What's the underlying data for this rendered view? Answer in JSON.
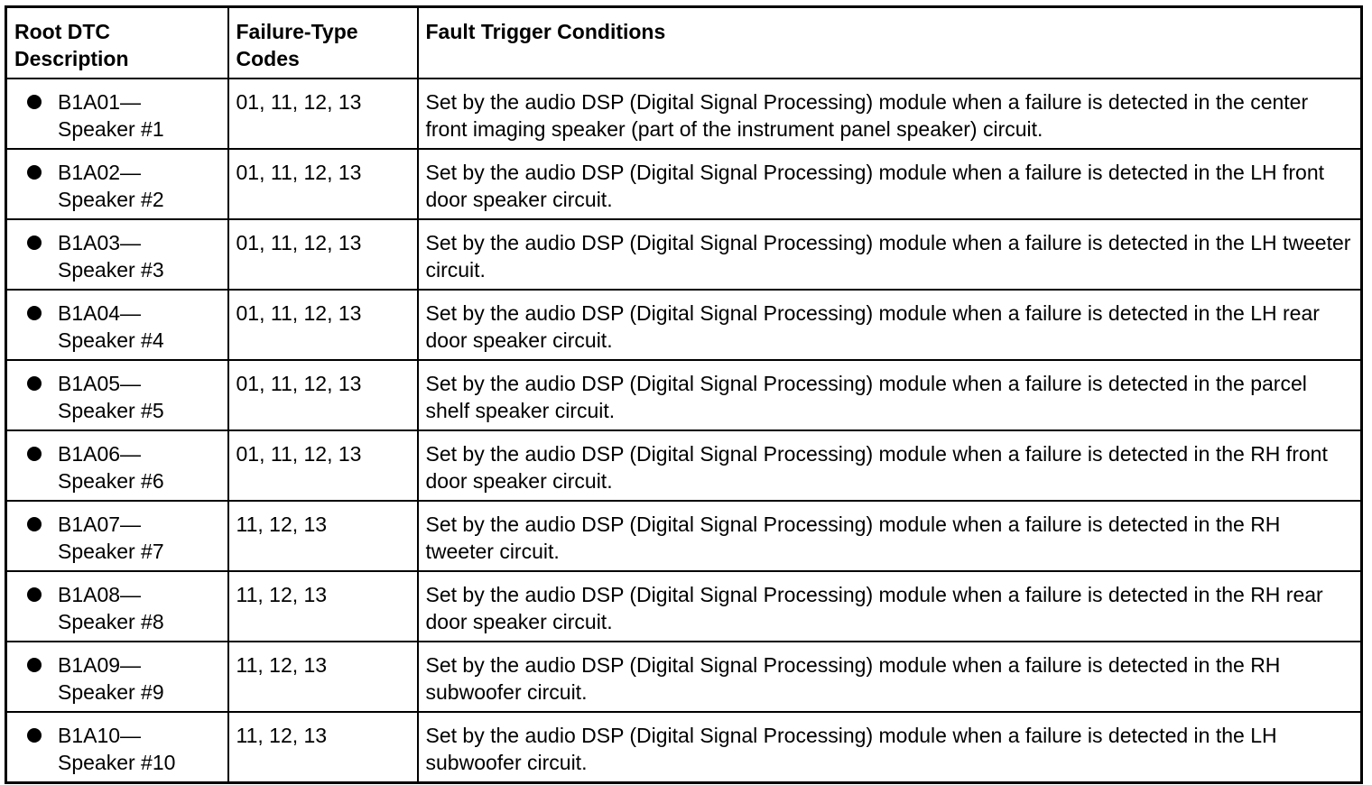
{
  "headers": {
    "col1": "Root DTC\nDescription",
    "col1_line1": "Root DTC",
    "col1_line2": "Description",
    "col2_line1": "Failure-Type",
    "col2_line2": "Codes",
    "col3": "Fault Trigger Conditions"
  },
  "rows": [
    {
      "code": "B1A01—",
      "speaker": "Speaker #1",
      "failure_codes": "01, 11, 12, 13",
      "condition": "Set by the audio DSP (Digital Signal Processing) module when a failure is detected in the center front imaging speaker (part of the instrument panel speaker) circuit."
    },
    {
      "code": "B1A02—",
      "speaker": "Speaker #2",
      "failure_codes": "01, 11, 12, 13",
      "condition": "Set by the audio DSP (Digital Signal Processing) module when a failure is detected in the LH front door speaker circuit."
    },
    {
      "code": "B1A03—",
      "speaker": "Speaker #3",
      "failure_codes": "01, 11, 12, 13",
      "condition": "Set by the audio DSP (Digital Signal Processing) module when a failure is detected in the LH tweeter circuit."
    },
    {
      "code": "B1A04—",
      "speaker": "Speaker #4",
      "failure_codes": "01, 11, 12, 13",
      "condition": "Set by the audio DSP (Digital Signal Processing) module when a failure is detected in the LH rear door speaker circuit."
    },
    {
      "code": "B1A05—",
      "speaker": "Speaker #5",
      "failure_codes": "01, 11, 12, 13",
      "condition": "Set by the audio DSP (Digital Signal Processing) module when a failure is detected in the parcel shelf speaker circuit."
    },
    {
      "code": "B1A06—",
      "speaker": "Speaker #6",
      "failure_codes": "01, 11, 12, 13",
      "condition": "Set by the audio DSP (Digital Signal Processing) module when a failure is detected in the RH front door speaker circuit."
    },
    {
      "code": "B1A07—",
      "speaker": "Speaker #7",
      "failure_codes": "11, 12, 13",
      "condition": "Set by the audio DSP (Digital Signal Processing) module when a failure is detected in the RH tweeter circuit."
    },
    {
      "code": "B1A08—",
      "speaker": "Speaker #8",
      "failure_codes": "11, 12, 13",
      "condition": "Set by the audio DSP (Digital Signal Processing) module when a failure is detected in the RH rear door speaker circuit."
    },
    {
      "code": "B1A09—",
      "speaker": "Speaker #9",
      "failure_codes": "11, 12, 13",
      "condition": "Set by the audio DSP (Digital Signal Processing) module when a failure is detected in the RH subwoofer circuit."
    },
    {
      "code": "B1A10—",
      "speaker": "Speaker #10",
      "failure_codes": "11, 12, 13",
      "condition": "Set by the audio DSP (Digital Signal Processing) module when a failure is detected in the LH subwoofer circuit."
    }
  ]
}
